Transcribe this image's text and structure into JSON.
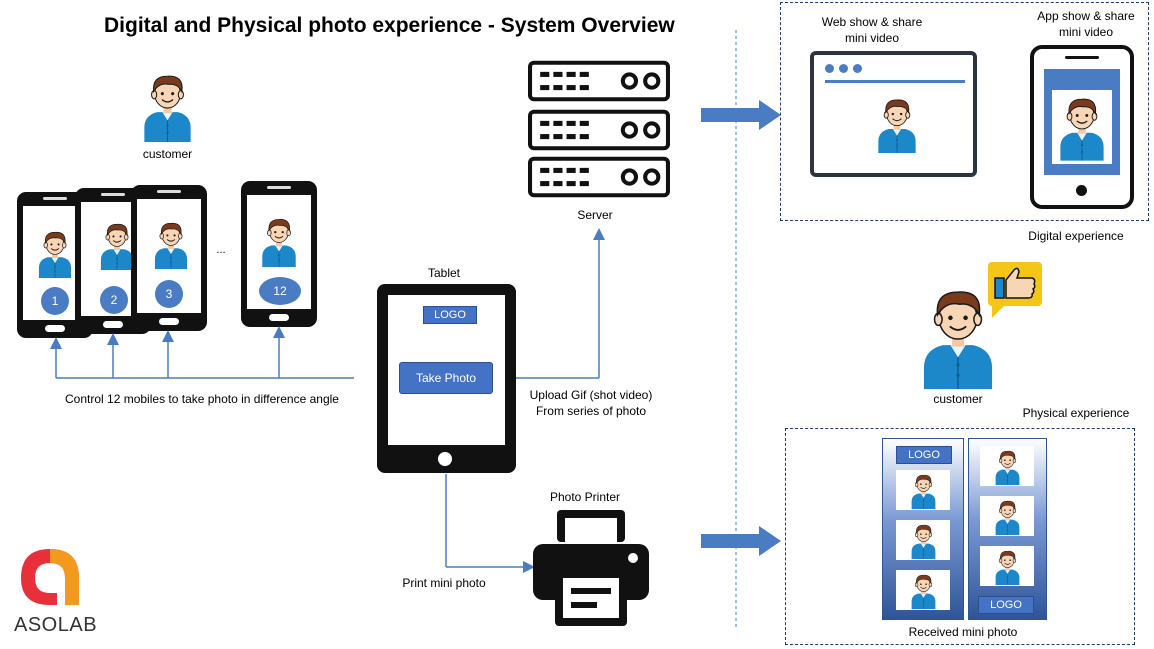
{
  "title": "Digital and Physical photo experience - System Overview",
  "customer_top_label": "customer",
  "customer_right_label": "customer",
  "phones": {
    "labels": [
      "1",
      "2",
      "3",
      "12"
    ],
    "ellipsis": "...",
    "control_caption": "Control 12 mobiles to take photo in difference angle"
  },
  "tablet": {
    "label": "Tablet",
    "logo": "LOGO",
    "take_photo": "Take Photo"
  },
  "server_label": "Server",
  "upload_caption": {
    "line1": "Upload Gif (shot video)",
    "line2": "From series of photo"
  },
  "printer_label": "Photo Printer",
  "print_caption": "Print mini photo",
  "digital": {
    "web_label_line1": "Web show & share",
    "web_label_line2": "mini video",
    "app_label_line1": "App show & share",
    "app_label_line2": "mini video",
    "section_label": "Digital experience"
  },
  "physical": {
    "section_label": "Physical experience",
    "strip_logo_1": "LOGO",
    "strip_logo_2": "LOGO",
    "received_label": "Received mini photo"
  },
  "brand": "ASOLAB",
  "colors": {
    "accent_blue": "#4a7cc4",
    "button_blue": "#4472c4",
    "shirt_blue": "#1c87c9",
    "hair_brown": "#7a3b1c",
    "dashed_border": "#1f3b70",
    "logo_red": "#e8303a",
    "logo_orange": "#f39a1e",
    "thumb_yellow": "#f5c518"
  }
}
